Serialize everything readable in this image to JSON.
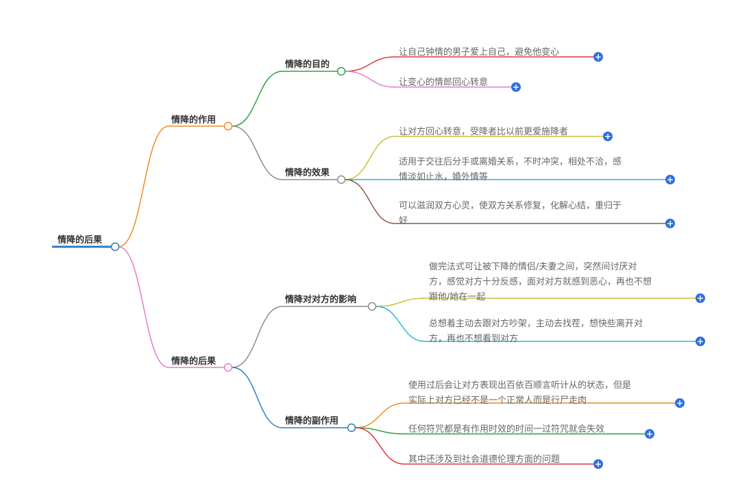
{
  "root": {
    "label": "情降的后果"
  },
  "branches": [
    {
      "label": "情降的作用",
      "color": "#f08a24",
      "children": [
        {
          "label": "情降的目的",
          "color": "#2ea043",
          "leaves": [
            {
              "lines": [
                "让自己钟情的男子爱上自己，避免他变心"
              ],
              "color": "#d9363e"
            },
            {
              "lines": [
                "让变心的情郎回心转意"
              ],
              "color": "#e57cc7"
            }
          ]
        },
        {
          "label": "情降的效果",
          "color": "#8c8c8c",
          "leaves": [
            {
              "lines": [
                "让对方回心转意，受降者比以前更爱施降者"
              ],
              "color": "#c9c23a"
            },
            {
              "lines": [
                "适用于交往后分手或离婚关系，不时冲突，相处不洽，感",
                "情淡如止水，婚外情等"
              ],
              "color": "#29b6d3"
            },
            {
              "lines": [
                "可以滋润双方心灵，使双方关系修复，化解心结，重归于",
                "好"
              ],
              "color": "#8b5a4a"
            }
          ]
        }
      ]
    },
    {
      "label": "情降的后果",
      "color": "#e57cc7",
      "children": [
        {
          "label": "情降对对方的影响",
          "color": "#8c8c8c",
          "leaves": [
            {
              "lines": [
                "做完法式可让被下降的情侣/夫妻之间，突然间讨厌对",
                "方，感觉对方十分反感，面对对方就感到恶心，再也不想",
                "跟他/她在一起"
              ],
              "color": "#c9c23a"
            },
            {
              "lines": [
                "总想着主动去跟对方吵架，主动去找茬，想快些离开对",
                "方，再也不想看到对方"
              ],
              "color": "#29b6d3"
            }
          ]
        },
        {
          "label": "情降的副作用",
          "color": "#2d7cc0",
          "leaves": [
            {
              "lines": [
                "使用过后会让对方表现出百依百顺言听计从的状态，但是",
                "实际上对方已经不是一个正常人而是行尸走肉"
              ],
              "color": "#f08a24"
            },
            {
              "lines": [
                "任何符咒都是有作用时效的时间一过符咒就会失效"
              ],
              "color": "#2ea043"
            },
            {
              "lines": [
                "其中还涉及到社会道德伦理方面的问题"
              ],
              "color": "#d9363e"
            }
          ]
        }
      ]
    }
  ],
  "colors": {
    "root_line": "#2d7cc0",
    "plus_button": "#2f6fe0",
    "node_text": "#333333",
    "leaf_text": "#666666"
  },
  "icons": {
    "expand": "plus-icon"
  },
  "expand_symbol": "+"
}
